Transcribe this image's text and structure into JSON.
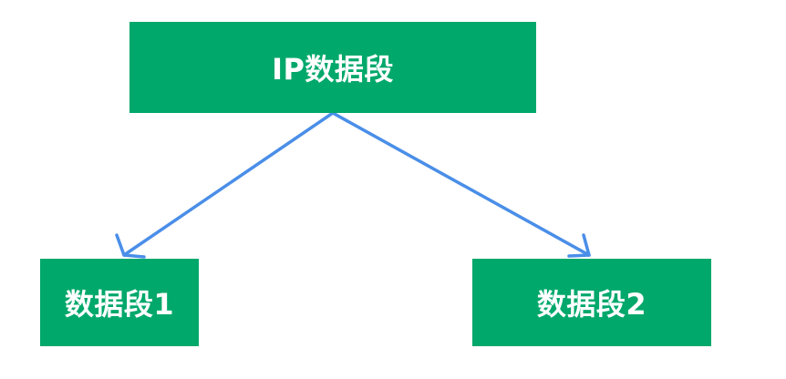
{
  "diagram": {
    "nodes": {
      "top": {
        "label": "IP数据段"
      },
      "left": {
        "label": "数据段1"
      },
      "right": {
        "label": "数据段2"
      }
    },
    "edges": [
      {
        "from": "top",
        "to": "left"
      },
      {
        "from": "top",
        "to": "right"
      }
    ],
    "colors": {
      "node_fill": "#00a86b",
      "node_text": "#ffffff",
      "arrow": "#4a8ee8"
    }
  }
}
